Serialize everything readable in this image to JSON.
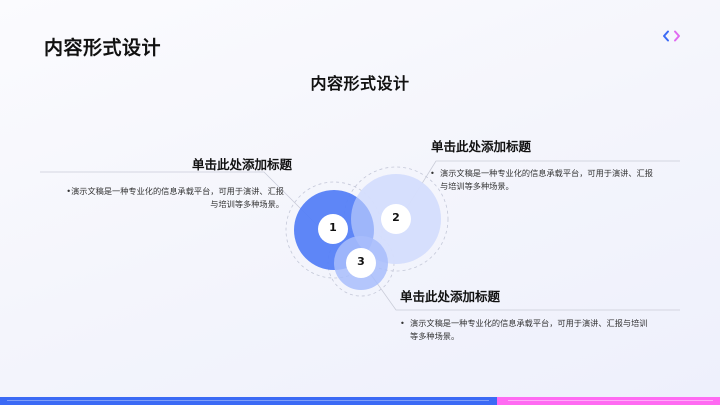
{
  "header": {
    "title": "内容形式设计",
    "nav": {
      "prev_icon": "chevron-left-icon",
      "next_icon": "chevron-right-icon",
      "prev_color": "#3b6af5",
      "next_color": "#e06af0"
    }
  },
  "main": {
    "title": "内容形式设计",
    "items": [
      {
        "number": "1",
        "title": "单击此处添加标题",
        "text": "演示文稿是一种专业化的信息承载平台，可用于演讲、汇报与培训等多种场景。",
        "text_line1": "演示文稿是一种专业化的信息承载平台，可用于演讲、汇报",
        "text_line2": "与培训等多种场景。",
        "color": "#5580f7"
      },
      {
        "number": "2",
        "title": "单击此处添加标题",
        "text": "演示文稿是一种专业化的信息承载平台，可用于演讲、汇报与培训等多种场景。",
        "text_line1": "演示文稿是一种专业化的信息承载平台，可用于演讲、汇报",
        "text_line2": "与培训等多种场景。",
        "color": "#d5defd"
      },
      {
        "number": "3",
        "title": "单击此处添加标题",
        "text": "演示文稿是一种专业化的信息承载平台，可用于演讲、汇报与培训等多种场景。",
        "text_line1": "演示文稿是一种专业化的信息承载平台，可用于演讲、汇报与培训",
        "text_line2": "等多种场景。",
        "color": "#a8bdfb"
      }
    ],
    "bullet": "•"
  },
  "footer": {
    "bar_colors": [
      "#3b6af5",
      "#ff6af2"
    ]
  }
}
